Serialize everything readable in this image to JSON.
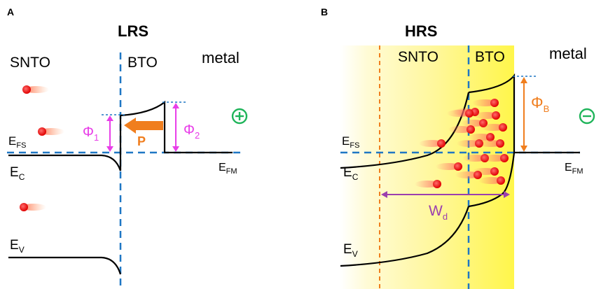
{
  "left_panel": {
    "letter": "A",
    "title": "LRS",
    "label_snto": "SNTO",
    "label_bto": "BTO",
    "label_metal": "metal",
    "efs_main": "E",
    "efs_sub": "FS",
    "ec_main": "E",
    "ec_sub": "C",
    "ev_main": "E",
    "ev_sub": "V",
    "efm_main": "E",
    "efm_sub": "FM",
    "phi1_main": "Φ",
    "phi1_sub": "1",
    "phi2_main": "Φ",
    "phi2_sub": "2",
    "polarization": "P",
    "sign": "+"
  },
  "right_panel": {
    "letter": "B",
    "title": "HRS",
    "label_snto": "SNTO",
    "label_bto": "BTO",
    "label_metal": "metal",
    "efs_main": "E",
    "efs_sub": "FS",
    "ec_main": "E",
    "ec_sub": "C",
    "ev_main": "E",
    "ev_sub": "V",
    "efm_main": "E",
    "efm_sub": "FM",
    "phib_main": "Φ",
    "phib_sub": "B",
    "wd_main": "W",
    "wd_sub": "d",
    "sign": "−"
  },
  "colors": {
    "band": "#000000",
    "dash": "#1f77c4",
    "magenta": "#e83ee8",
    "orange": "#f07e1e",
    "purple": "#9b3fae",
    "green": "#1fb45a",
    "electron": "#ff1a1a",
    "depletion": "#fff75a"
  }
}
